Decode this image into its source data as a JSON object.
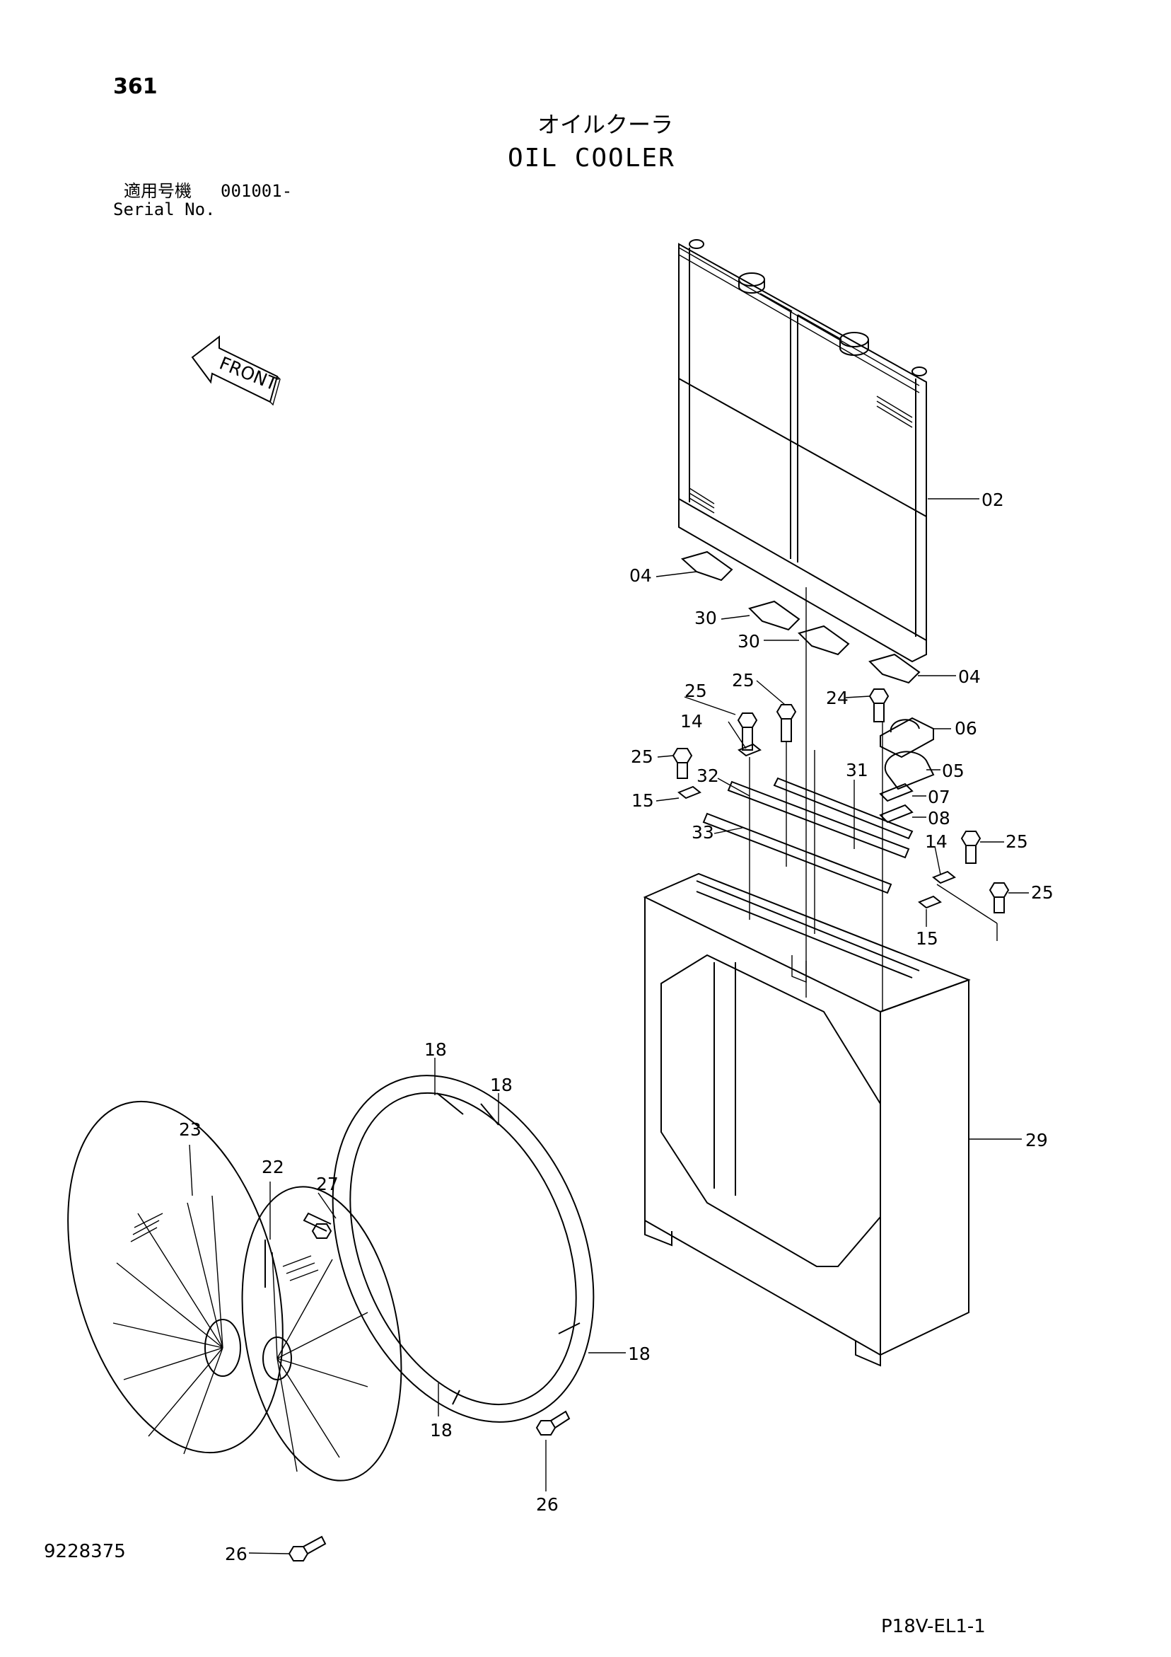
{
  "header": {
    "page_number": "361",
    "title_ja": "オイルクーラ",
    "title_en": "OIL COOLER",
    "serial_label_ja": "適用号機",
    "serial_value": "001001-",
    "serial_label_en": "Serial No."
  },
  "front_arrow": {
    "label": "FRONT"
  },
  "callouts": [
    {
      "id": "c02",
      "text": "02"
    },
    {
      "id": "c04a",
      "text": "04"
    },
    {
      "id": "c04b",
      "text": "04"
    },
    {
      "id": "c30a",
      "text": "30"
    },
    {
      "id": "c30b",
      "text": "30"
    },
    {
      "id": "c25a",
      "text": "25"
    },
    {
      "id": "c25b",
      "text": "25"
    },
    {
      "id": "c25c",
      "text": "25"
    },
    {
      "id": "c25d",
      "text": "25"
    },
    {
      "id": "c25e",
      "text": "25"
    },
    {
      "id": "c24",
      "text": "24"
    },
    {
      "id": "c06",
      "text": "06"
    },
    {
      "id": "c05",
      "text": "05"
    },
    {
      "id": "c07",
      "text": "07"
    },
    {
      "id": "c08",
      "text": "08"
    },
    {
      "id": "c14a",
      "text": "14"
    },
    {
      "id": "c14b",
      "text": "14"
    },
    {
      "id": "c15a",
      "text": "15"
    },
    {
      "id": "c15b",
      "text": "15"
    },
    {
      "id": "c31",
      "text": "31"
    },
    {
      "id": "c32",
      "text": "32"
    },
    {
      "id": "c33",
      "text": "33"
    },
    {
      "id": "c29",
      "text": "29"
    },
    {
      "id": "c18a",
      "text": "18"
    },
    {
      "id": "c18b",
      "text": "18"
    },
    {
      "id": "c18c",
      "text": "18"
    },
    {
      "id": "c18d",
      "text": "18"
    },
    {
      "id": "c23",
      "text": "23"
    },
    {
      "id": "c22",
      "text": "22"
    },
    {
      "id": "c27",
      "text": "27"
    },
    {
      "id": "c26a",
      "text": "26"
    },
    {
      "id": "c26b",
      "text": "26"
    }
  ],
  "footer": {
    "drawing_number": "9228375",
    "page_code": "P18V-EL1-1"
  }
}
